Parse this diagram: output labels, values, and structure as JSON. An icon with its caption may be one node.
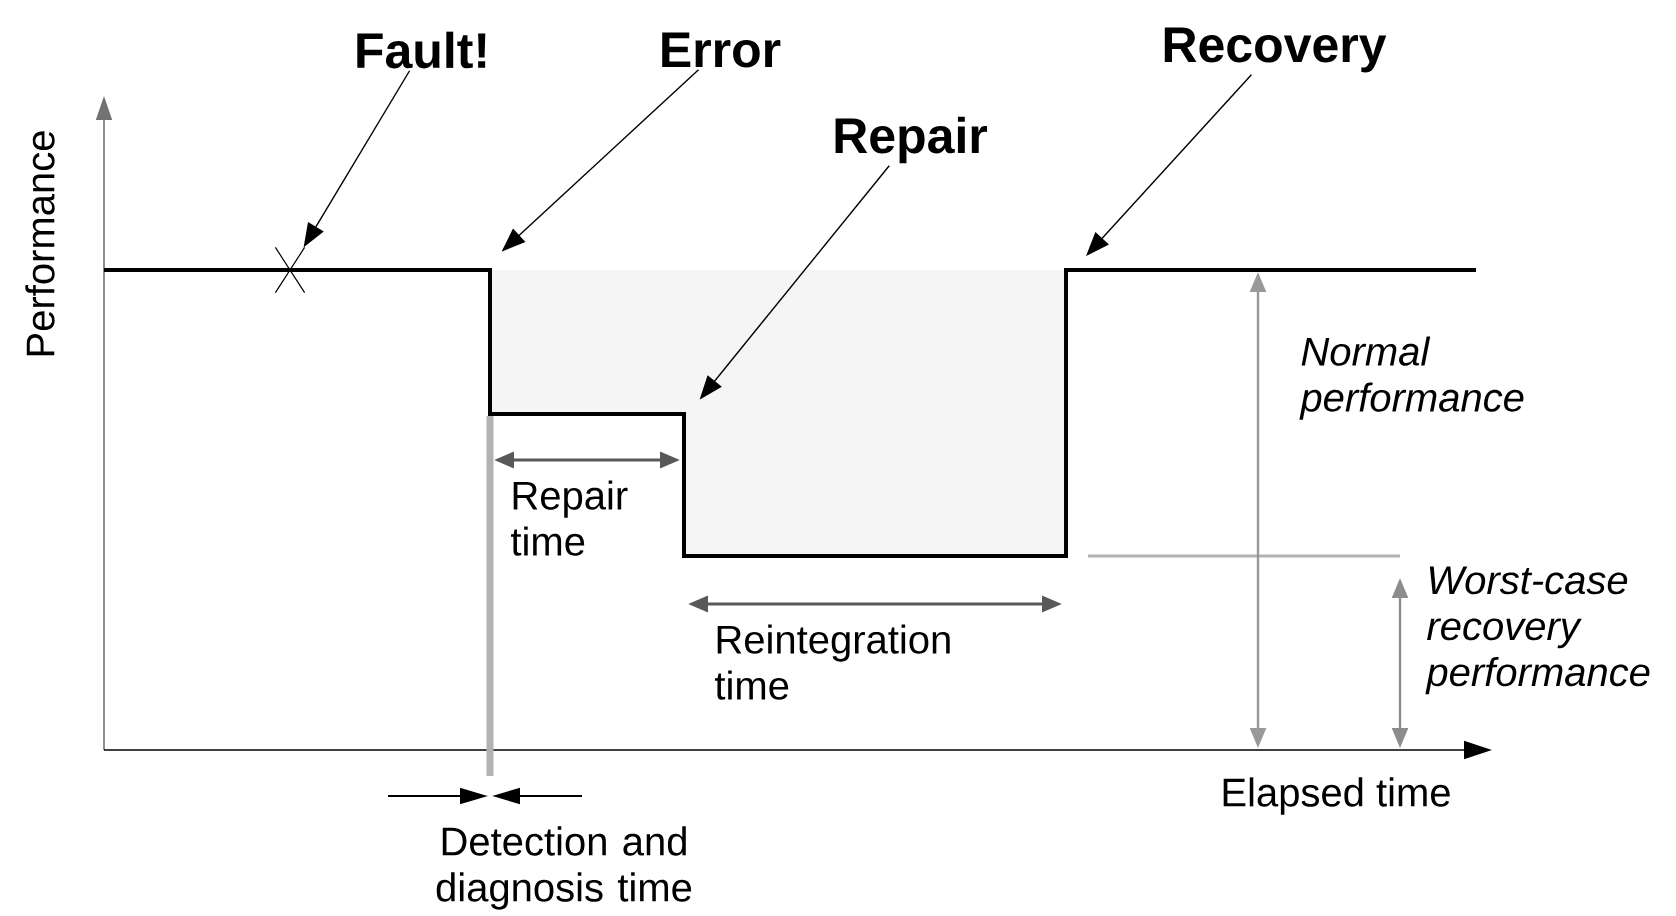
{
  "diagram": {
    "nodes": [
      {
        "text": [
          "Fault!"
        ]
      },
      {
        "text": [
          "Error"
        ]
      },
      {
        "text": [
          "Repair"
        ]
      },
      {
        "text": [
          "Recovery"
        ]
      },
      {
        "text": [],
        "shape": "cross"
      },
      {
        "text": [],
        "shape": "box"
      }
    ],
    "edges": [
      {
        "from": 0,
        "to": 4,
        "arrow": "to"
      },
      {
        "from": 1,
        "to": 5,
        "arrow": "to"
      },
      {
        "from": 2,
        "to": 5,
        "arrow": "to"
      },
      {
        "from": 3,
        "to": null,
        "arrow": "to"
      }
    ],
    "labels": [
      "Performance",
      "Normal performance",
      "Repair time",
      "Worst-case recovery performance",
      "Reintegration time",
      "Elapsed time",
      "Detection and diagnosis time"
    ]
  }
}
